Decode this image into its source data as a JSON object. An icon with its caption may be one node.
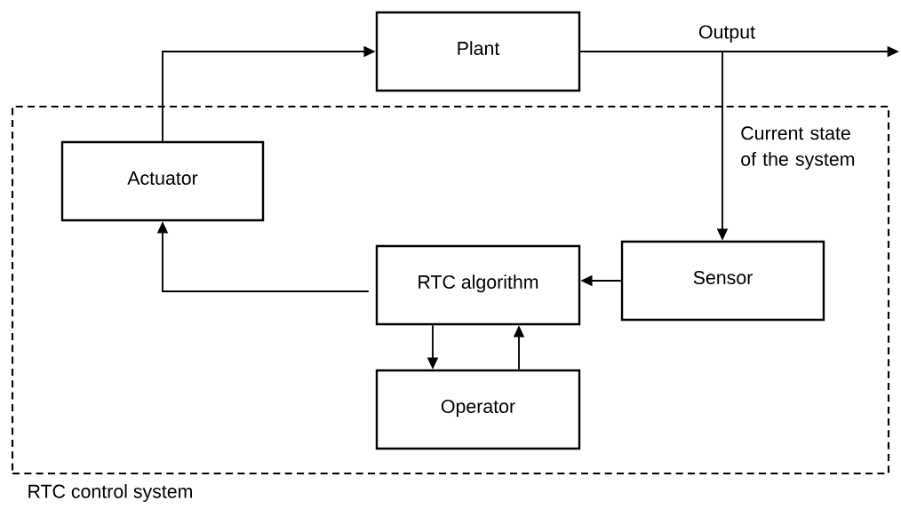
{
  "diagram": {
    "nodes": [
      {
        "text": [
          "Plant"
        ]
      },
      {
        "text": [
          "RTC control system"
        ]
      },
      {
        "text": [
          "Actuator"
        ],
        "in": 1
      },
      {
        "text": [
          "RTC algorithm"
        ],
        "in": 1
      },
      {
        "text": [
          "Sensor"
        ],
        "in": 1
      },
      {
        "text": [
          "Operator"
        ],
        "in": 1
      }
    ],
    "edges": [
      {
        "from": 2,
        "to": 0,
        "arrow": "to"
      },
      {
        "from": 0,
        "to": null,
        "arrow": "to",
        "label": "Output"
      },
      {
        "from": 0,
        "to": 4,
        "arrow": "to",
        "label": "Current state of the system"
      },
      {
        "from": 4,
        "to": 3,
        "arrow": "to"
      },
      {
        "from": 3,
        "to": 2,
        "arrow": "to"
      },
      {
        "from": 3,
        "to": 5,
        "arrow": "to"
      },
      {
        "from": 5,
        "to": 3,
        "arrow": "to"
      }
    ]
  }
}
